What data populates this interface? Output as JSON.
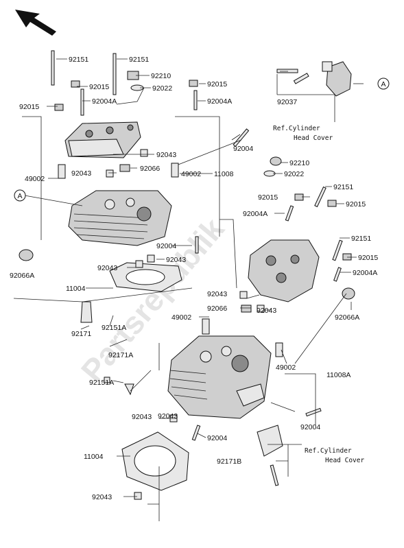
{
  "watermark": "Partsrepublik",
  "callout_letter": "A",
  "labels": {
    "l01": "92151",
    "l02": "92151",
    "l03": "92210",
    "l04": "92015",
    "l05": "92022",
    "l06": "92015",
    "l07": "92004A",
    "l08": "92015",
    "l09": "92004A",
    "l10": "92043",
    "l11": "92004",
    "l12": "49002",
    "l13": "92043",
    "l14": "92066",
    "l15": "49002",
    "l16": "11008",
    "l17": "92210",
    "l18": "92022",
    "l19": "92151",
    "l20": "92015",
    "l21": "92015",
    "l22": "92004A",
    "l23": "92151",
    "l24": "92004",
    "l25": "92043",
    "l26": "92015",
    "l27": "92004A",
    "l28": "92066A",
    "l29": "11004",
    "l30": "92043",
    "l31": "92066",
    "l32": "92043",
    "l33": "49002",
    "l34": "92066A",
    "l35": "92171",
    "l36": "92151A",
    "l37": "92171A",
    "l38": "49002",
    "l39": "11008A",
    "l40": "92151A",
    "l41": "92043",
    "l42": "92004",
    "l43": "92004",
    "l44": "11004",
    "l45": "92171B",
    "l46": "92043",
    "l47": "92037"
  },
  "refs": {
    "top_line1": "Ref.Cylinder",
    "top_line2": "Head Cover",
    "bottom_line1": "Ref.Cylinder",
    "bottom_line2": "Head Cover"
  }
}
